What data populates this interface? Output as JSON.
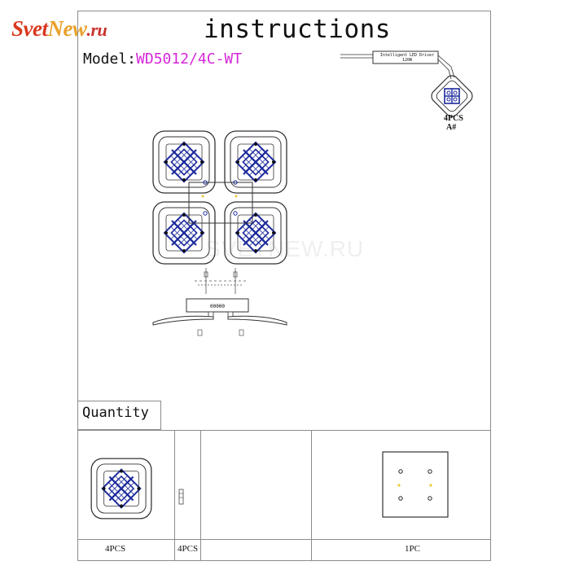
{
  "logo": {
    "part1": "Svet",
    "part2": "New",
    "part3": ".ru"
  },
  "header": {
    "title": "instructions",
    "model_prefix": "Model:",
    "model_code": "WD5012/4C-WT"
  },
  "driver": {
    "line1": "Intelligent LED Driver",
    "line2": "120W"
  },
  "module_callout": {
    "count": "4PCS",
    "code": "A#"
  },
  "watermark": "SVETNEW.RU",
  "hub_label": "00000",
  "quantity": {
    "heading": "Quantity",
    "items": [
      {
        "count": "4PCS"
      },
      {
        "count": "4PCS"
      },
      {
        "count": ""
      },
      {
        "count": "1PC"
      }
    ]
  },
  "colors": {
    "model_code": "#d627d9",
    "led_blue": "#1c2a9c",
    "line": "#333333"
  }
}
